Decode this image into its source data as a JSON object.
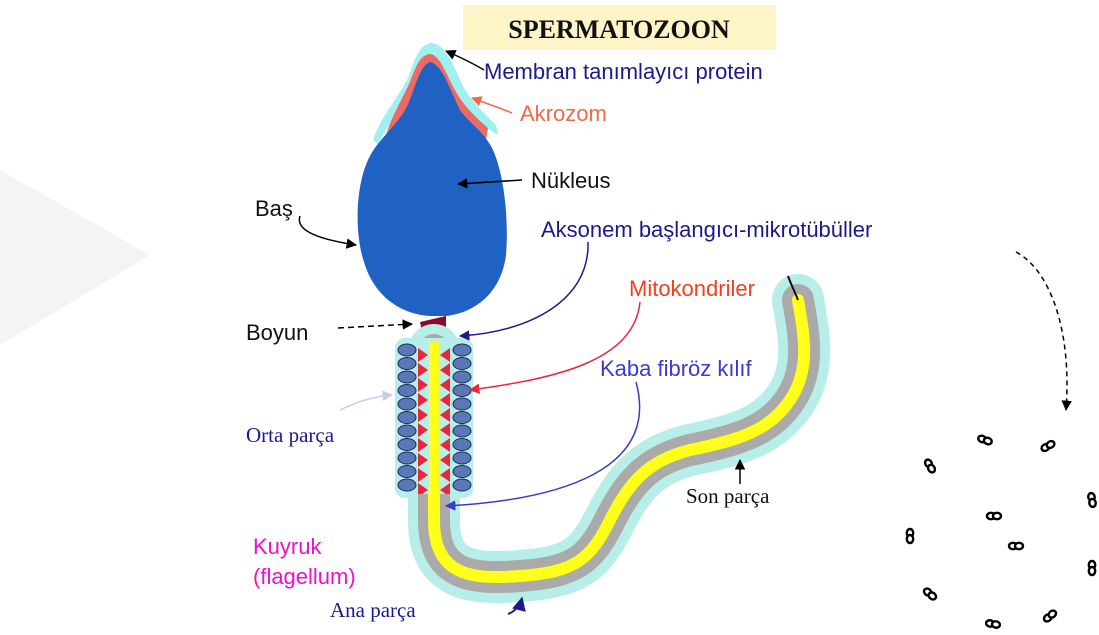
{
  "title": "SPERMATOZOON",
  "labels": {
    "membrane_protein": "Membran tanımlayıcı protein",
    "acrosome": "Akrozom",
    "nucleus": "Nükleus",
    "head": "Baş",
    "axoneme": "Aksonem başlangıcı-mikrotübüller",
    "mitochondria": "Mitokondriler",
    "neck": "Boyun",
    "fibrous_sheath": "Kaba fibröz kılıf",
    "midpiece": "Orta parça",
    "end_piece": "Son parça",
    "tail": "Kuyruk",
    "flagellum": "(flagellum)",
    "principal_piece": "Ana parça"
  },
  "colors": {
    "title_bg": "#fdf5c8",
    "nucleus": "#1f62c4",
    "acrosome": "#ec6a63",
    "membrane": "#9ff0ef",
    "neck": "#8b0a2a",
    "midpiece_fill": "#b7efe8",
    "mito": "#e8283a",
    "mito_oval": "#5a78b6",
    "axoneme": "#ffff1a",
    "sheath": "#aaaaaa",
    "label_navy": "#1a1a8c",
    "label_blue": "#3a3acc",
    "label_orange": "#f06a4a",
    "label_red": "#f04020",
    "label_magenta": "#ee11cc",
    "label_black": "#111111"
  }
}
